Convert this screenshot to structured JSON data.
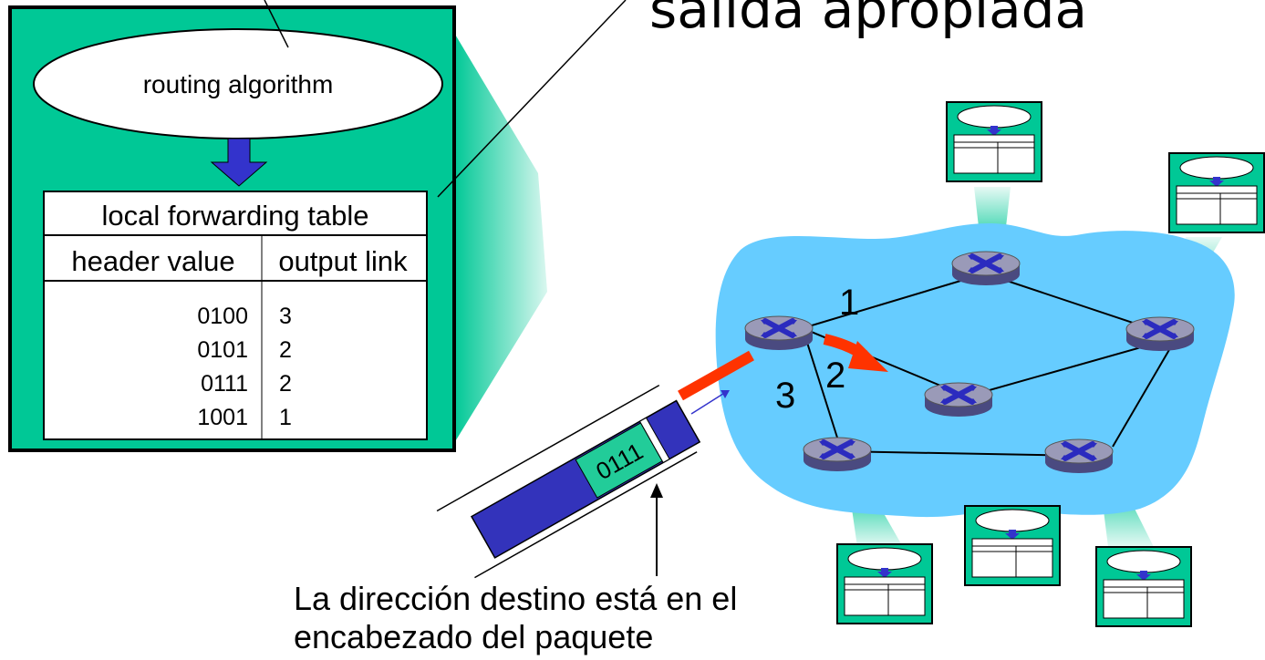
{
  "title": {
    "line_partial": "salida apropiada"
  },
  "router_detail": {
    "routing_algorithm_label": "routing algorithm",
    "table_title": "local forwarding table",
    "column_headers": [
      "header value",
      "output link"
    ],
    "rows": [
      {
        "header_value": "0100",
        "output_link": "3"
      },
      {
        "header_value": "0101",
        "output_link": "2"
      },
      {
        "header_value": "0111",
        "output_link": "2"
      },
      {
        "header_value": "1001",
        "output_link": "1"
      }
    ]
  },
  "packet": {
    "header_value": "0111"
  },
  "link_labels": [
    "1",
    "2",
    "3"
  ],
  "caption": {
    "line1": "La dirección destino está en el",
    "line2": "encabezado del paquete"
  },
  "colors": {
    "router_box": "#00c896",
    "cloud": "#66ccff",
    "arrow_blue": "#3333cc",
    "forward_arrow": "#ff3300",
    "packet_body": "#3333bb",
    "packet_header": "#22cc99"
  },
  "icons": [
    "router-icon",
    "down-arrow-icon",
    "forward-arrow-icon",
    "packet-icon"
  ]
}
